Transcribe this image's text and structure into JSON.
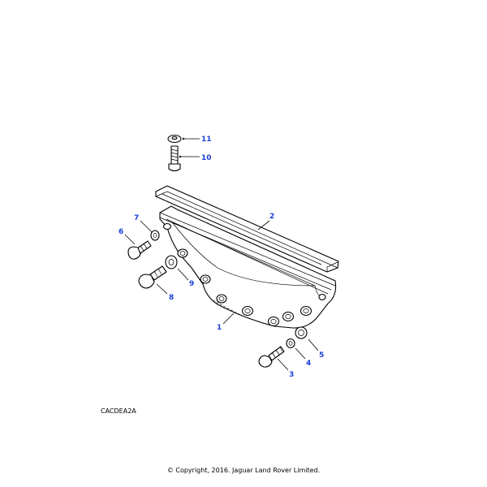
{
  "callouts": {
    "c1": "1",
    "c2": "2",
    "c3": "3",
    "c4": "4",
    "c5": "5",
    "c6": "6",
    "c7": "7",
    "c8": "8",
    "c9": "9",
    "c10": "10",
    "c11": "11"
  },
  "reference_code": "CACDEA2A",
  "copyright": "© Copyright, 2016. Jaguar Land Rover Limited.",
  "colors": {
    "callout": "#1a3fd6",
    "line": "#000000",
    "background": "#ffffff"
  }
}
